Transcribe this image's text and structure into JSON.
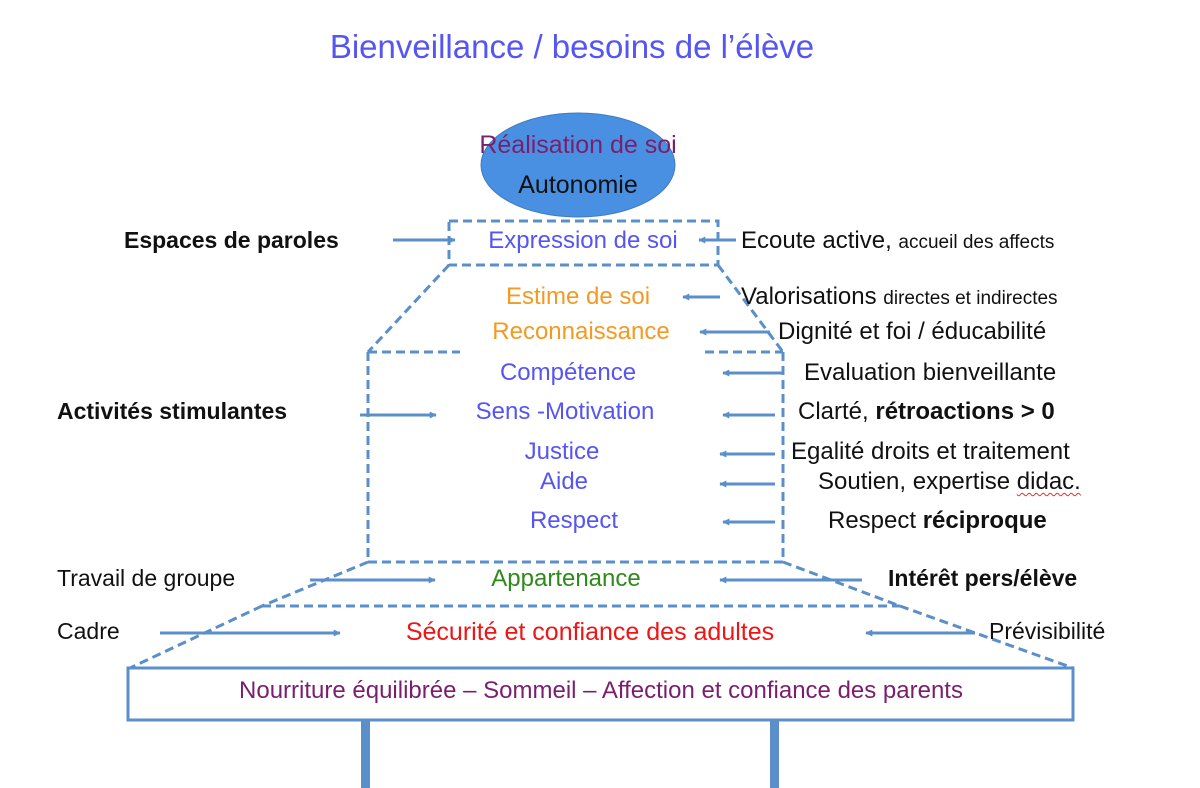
{
  "title": "Bienveillance / besoins de l’élève",
  "colors": {
    "title": "#5555f4",
    "lines": "#5b8fc9",
    "ellipse_fill": "#4a90e2",
    "purple": "#7a1f6e",
    "orange": "#f39a22",
    "green": "#2d8a1b",
    "red": "#ee1515"
  },
  "apex": {
    "line1": "Réalisation de soi",
    "line2": "Autonomie"
  },
  "levels": {
    "expression": "Expression de soi",
    "estime": "Estime de soi",
    "reconnaissance": "Reconnaissance",
    "competence": "Compétence",
    "sens": "Sens -Motivation",
    "justice": "Justice",
    "aide": "Aide",
    "respect": "Respect",
    "appartenance": "Appartenance",
    "securite": "Sécurité et confiance des adultes",
    "base": "Nourriture équilibrée – Sommeil – Affection et confiance des parents"
  },
  "left": {
    "espaces": "Espaces de paroles",
    "activites": "Activités stimulantes",
    "travail": "Travail de groupe",
    "cadre": "Cadre"
  },
  "right": {
    "ecoute": "Ecoute active,",
    "ecoute_small": "accueil des affects",
    "valorisations": "Valorisations",
    "valorisations_small": "directes et indirectes",
    "dignite": "Dignité et foi / éducabilité",
    "evaluation": "Evaluation bienveillante",
    "clarte": "Clarté,",
    "clarte_bold": "rétroactions > 0",
    "egalite": "Egalité droits et traitement",
    "soutien": "Soutien, expertise",
    "soutien_underlined": "didac.",
    "respect": "Respect",
    "respect_bold": "réciproque",
    "interet": "Intérêt pers/élève",
    "previsibilite": "Prévisibilité"
  }
}
